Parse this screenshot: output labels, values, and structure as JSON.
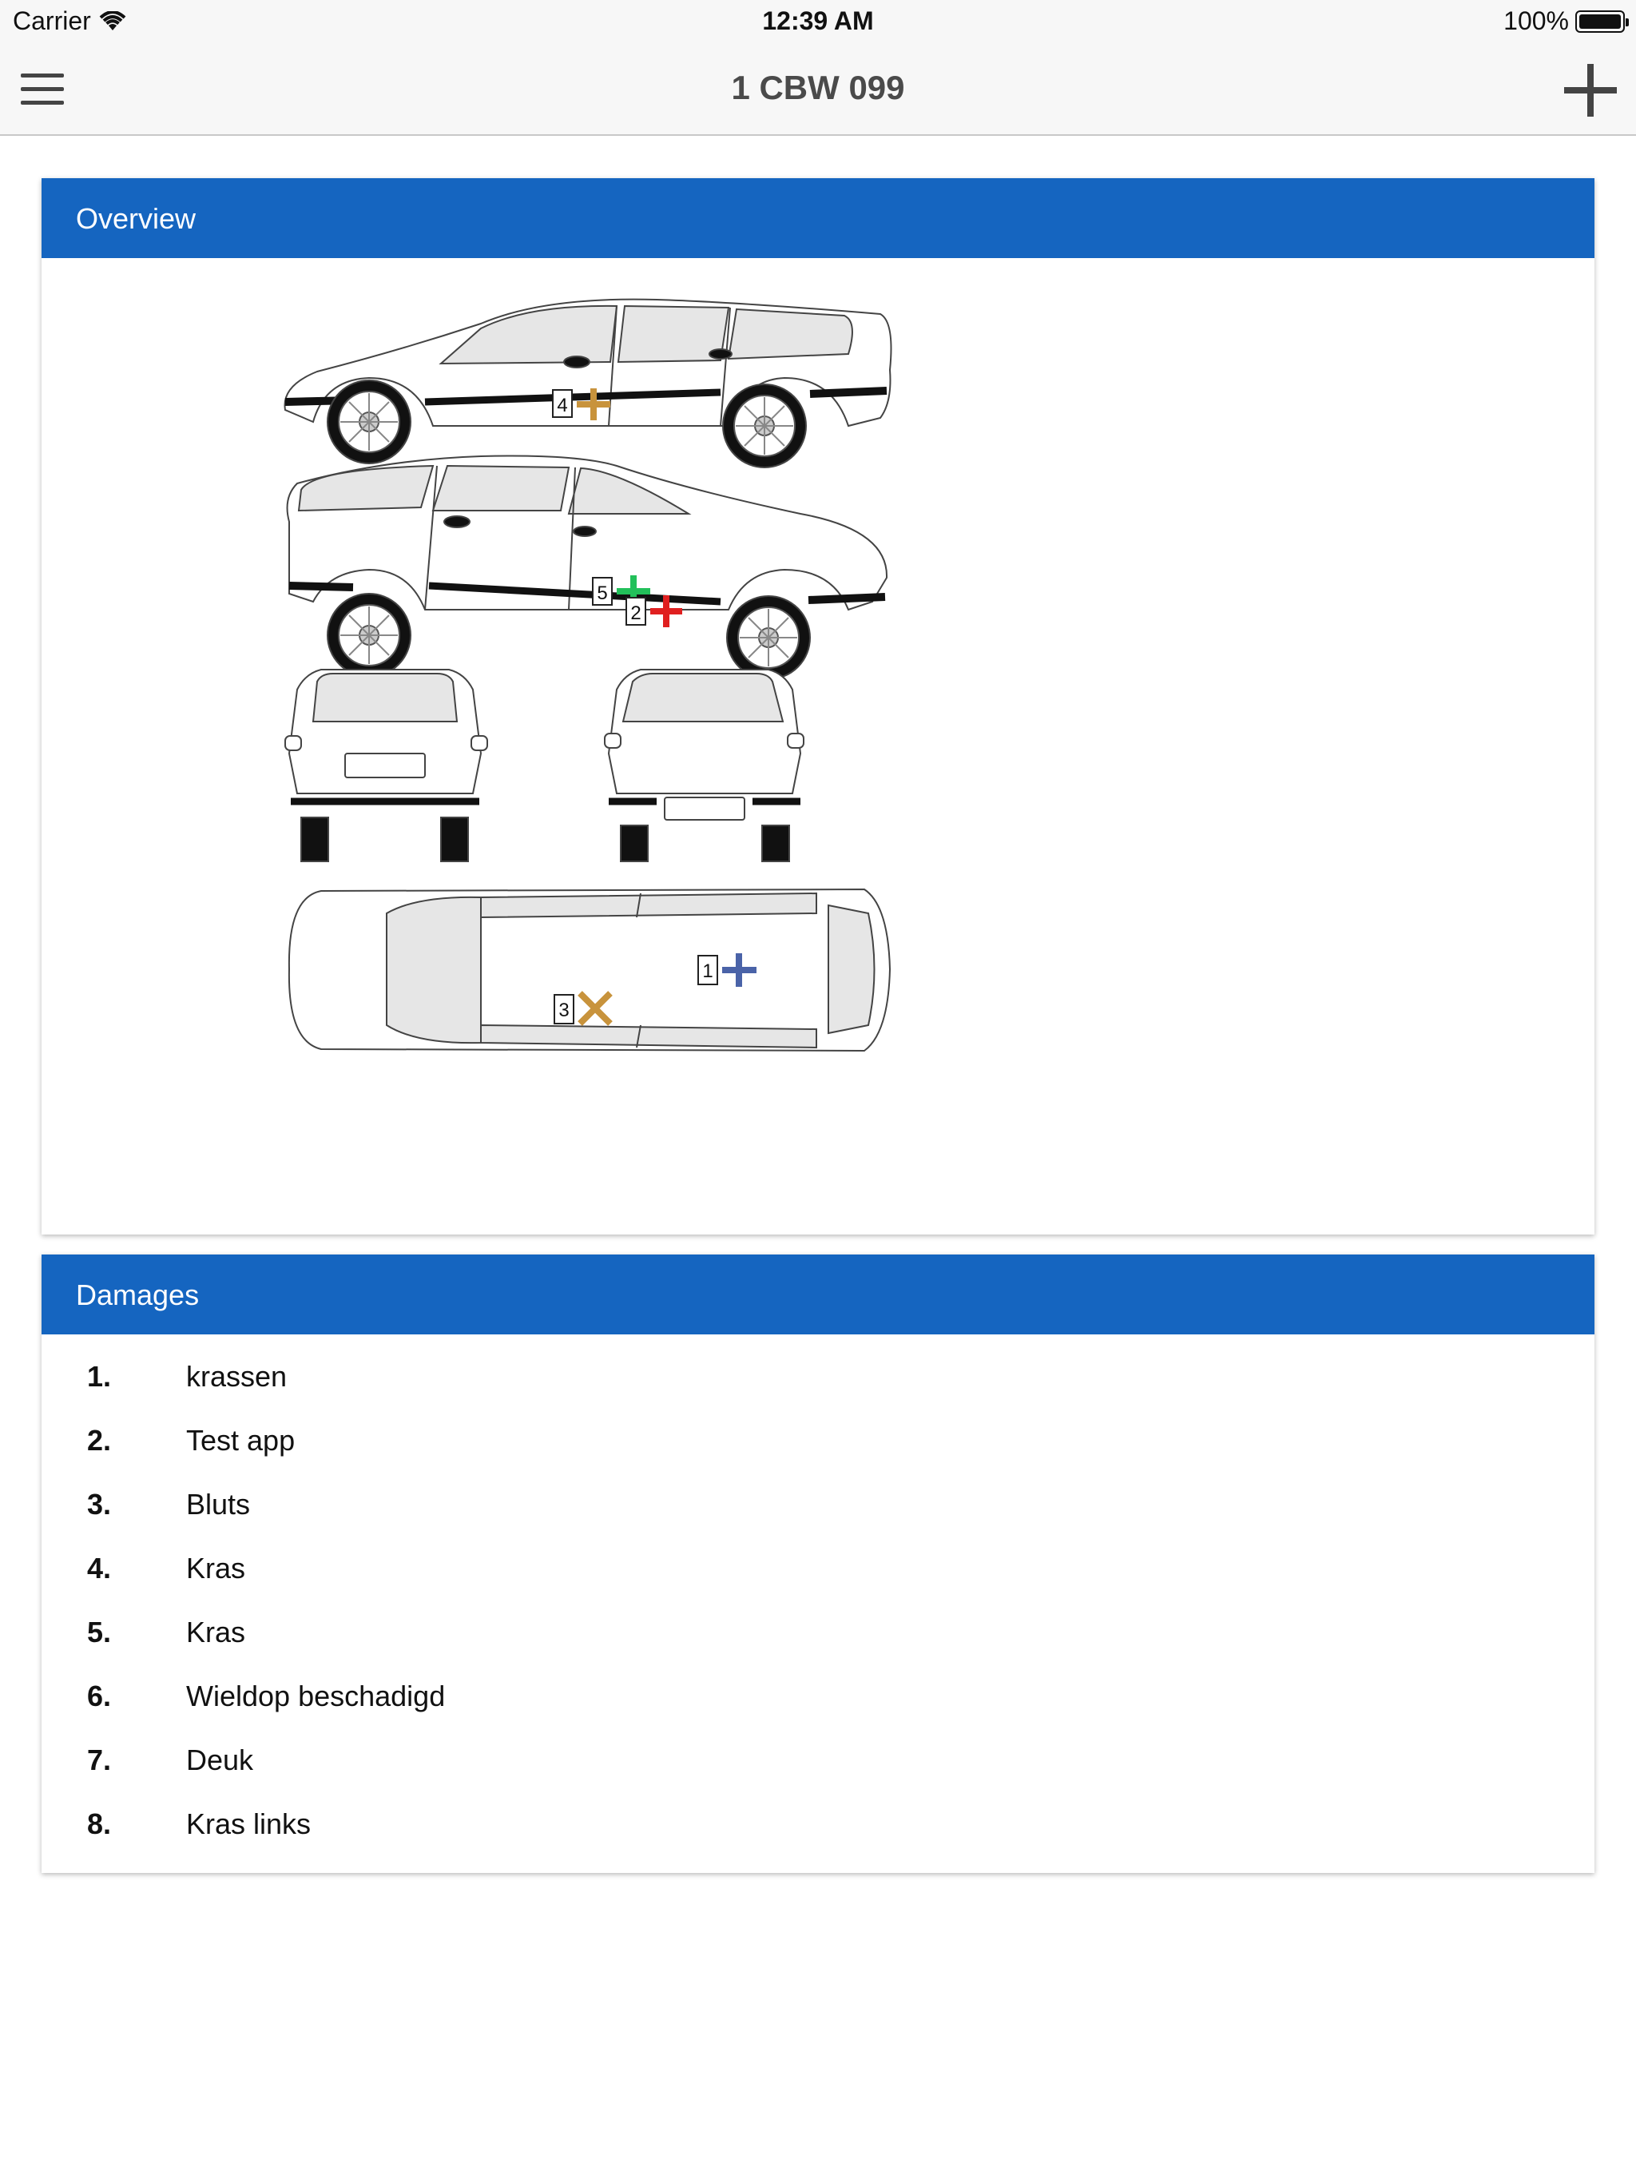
{
  "status_bar": {
    "carrier": "Carrier",
    "time": "12:39 AM",
    "battery": "100%"
  },
  "nav": {
    "title": "1 CBW 099",
    "menu_icon": "hamburger-menu-icon",
    "add_icon": "plus-icon"
  },
  "overview": {
    "header": "Overview",
    "markers": [
      {
        "number": "1",
        "shape": "plus",
        "color": "#4a63a8"
      },
      {
        "number": "2",
        "shape": "plus",
        "color": "#e02020"
      },
      {
        "number": "3",
        "shape": "cross",
        "color": "#c8933c"
      },
      {
        "number": "4",
        "shape": "plus",
        "color": "#c8933c"
      },
      {
        "number": "5",
        "shape": "plus",
        "color": "#22c05a"
      }
    ]
  },
  "damages": {
    "header": "Damages",
    "items": [
      {
        "num": "1.",
        "text": "krassen"
      },
      {
        "num": "2.",
        "text": "Test app"
      },
      {
        "num": "3.",
        "text": "Bluts"
      },
      {
        "num": "4.",
        "text": "Kras"
      },
      {
        "num": "5.",
        "text": "Kras"
      },
      {
        "num": "6.",
        "text": "Wieldop beschadigd"
      },
      {
        "num": "7.",
        "text": "Deuk"
      },
      {
        "num": "8.",
        "text": "Kras links"
      }
    ]
  },
  "colors": {
    "header_blue": "#1565c0",
    "nav_bg": "#f7f7f7"
  }
}
